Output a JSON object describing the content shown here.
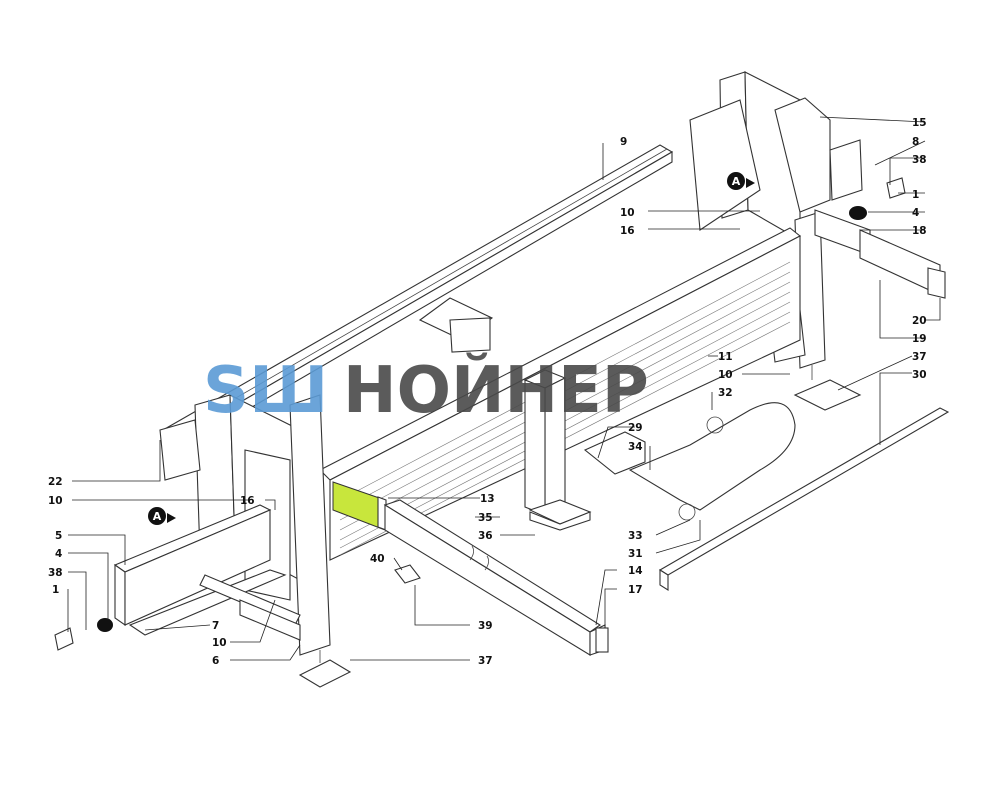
{
  "diagram": {
    "callouts": {
      "c9": "9",
      "c15": "15",
      "c8": "8",
      "c38r": "38",
      "c1r": "1",
      "c4r": "4",
      "c10a": "10",
      "c16a": "16",
      "c18": "18",
      "c20": "20",
      "c19": "19",
      "c11": "11",
      "c10b": "10",
      "c32": "32",
      "c37r": "37",
      "c30": "30",
      "c29": "29",
      "c34": "34",
      "c22": "22",
      "c10c": "10",
      "c16b": "16",
      "c13": "13",
      "c35": "35",
      "c36": "36",
      "c5": "5",
      "c4l": "4",
      "c38l": "38",
      "c1l": "1",
      "c7": "7",
      "c10d": "10",
      "c6": "6",
      "c40": "40",
      "c39": "39",
      "c14": "14",
      "c17": "17",
      "c33": "33",
      "c31": "31",
      "c37b": "37"
    },
    "view_markers": {
      "a_top": "A",
      "a_left": "A"
    },
    "highlight_color": "#c8e63c"
  },
  "watermark": {
    "prefix": "SШ",
    "main": "НОЙНЕР",
    "prefix_color": "#5b9bd5",
    "main_color": "#4a4a4a"
  }
}
